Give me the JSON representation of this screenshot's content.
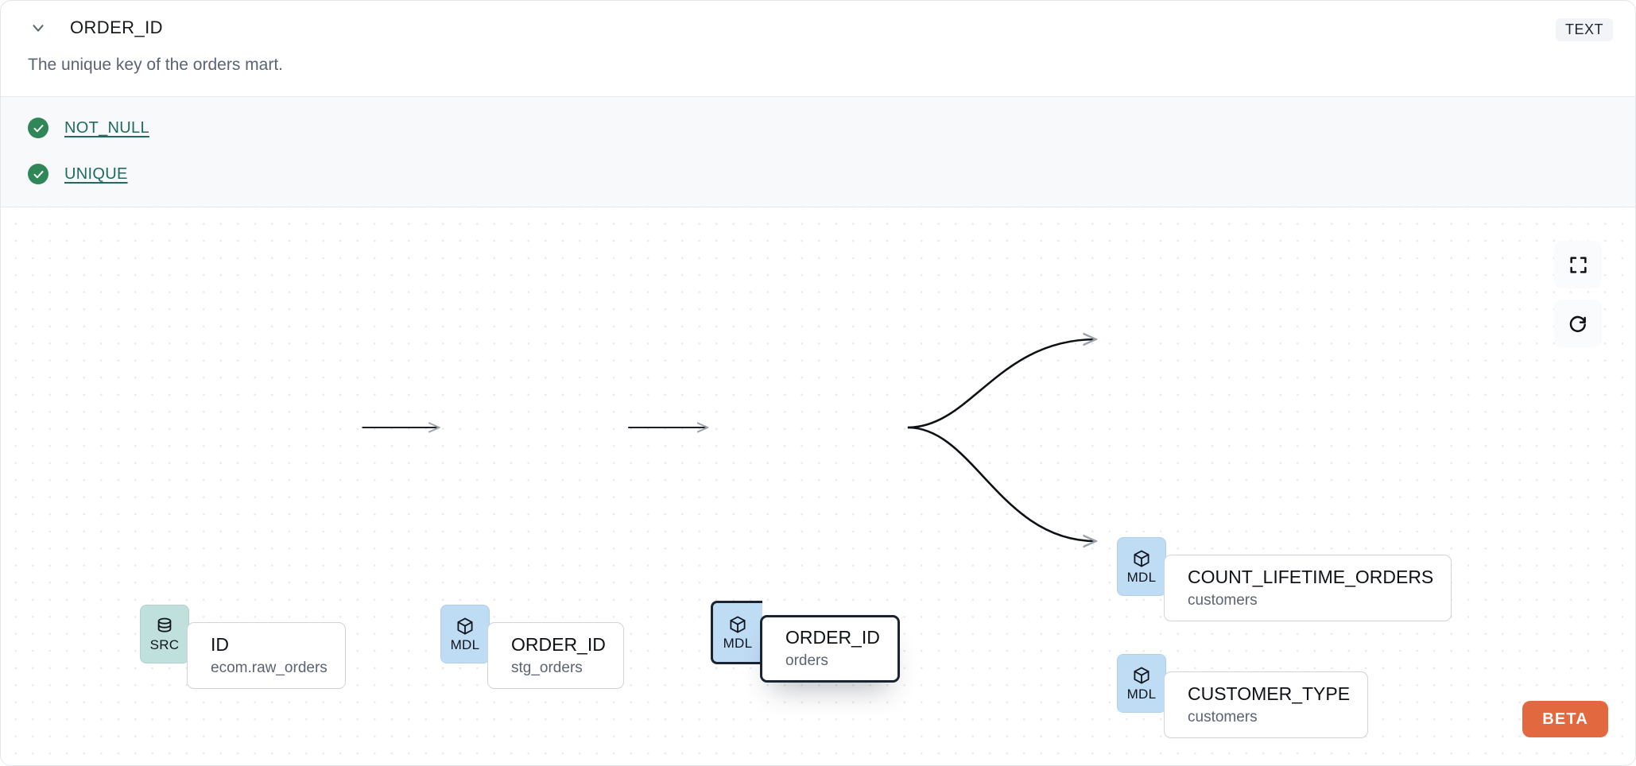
{
  "header": {
    "chevron_icon": "chevron-down-icon",
    "column_name": "ORDER_ID",
    "type_badge": "TEXT"
  },
  "description": "The unique key of the orders mart.",
  "tests": {
    "items": [
      {
        "status_icon": "check-circle-icon",
        "label": "NOT_NULL",
        "status": "passed"
      },
      {
        "status_icon": "check-circle-icon",
        "label": "UNIQUE",
        "status": "passed"
      }
    ],
    "pass_color": "#2f8657",
    "link_color": "#1f6b63"
  },
  "lineage": {
    "nodes": [
      {
        "id": "src_id",
        "badge": "SRC",
        "badge_icon": "database-icon",
        "badge_color": "#bfe0dc",
        "column": "ID",
        "model": "ecom.raw_orders",
        "selected": false
      },
      {
        "id": "mdl_stg_orders",
        "badge": "MDL",
        "badge_icon": "cube-icon",
        "badge_color": "#bfdcf5",
        "column": "ORDER_ID",
        "model": "stg_orders",
        "selected": false
      },
      {
        "id": "mdl_orders",
        "badge": "MDL",
        "badge_icon": "cube-icon",
        "badge_color": "#bfdcf5",
        "column": "ORDER_ID",
        "model": "orders",
        "selected": true
      },
      {
        "id": "mdl_count_lifetime_orders",
        "badge": "MDL",
        "badge_icon": "cube-icon",
        "badge_color": "#bfdcf5",
        "column": "COUNT_LIFETIME_ORDERS",
        "model": "customers",
        "selected": false
      },
      {
        "id": "mdl_customer_type",
        "badge": "MDL",
        "badge_icon": "cube-icon",
        "badge_color": "#bfdcf5",
        "column": "CUSTOMER_TYPE",
        "model": "customers",
        "selected": false
      }
    ],
    "edges": [
      {
        "from": "src_id",
        "to": "mdl_stg_orders",
        "shape": "straight"
      },
      {
        "from": "mdl_stg_orders",
        "to": "mdl_orders",
        "shape": "straight"
      },
      {
        "from": "mdl_orders",
        "to": "mdl_count_lifetime_orders",
        "shape": "curve"
      },
      {
        "from": "mdl_orders",
        "to": "mdl_customer_type",
        "shape": "curve"
      }
    ],
    "controls": [
      {
        "icon": "fullscreen-icon",
        "name": "fullscreen-button"
      },
      {
        "icon": "refresh-icon",
        "name": "refresh-button"
      }
    ],
    "beta_label": "BETA",
    "beta_color": "#e2693f"
  }
}
